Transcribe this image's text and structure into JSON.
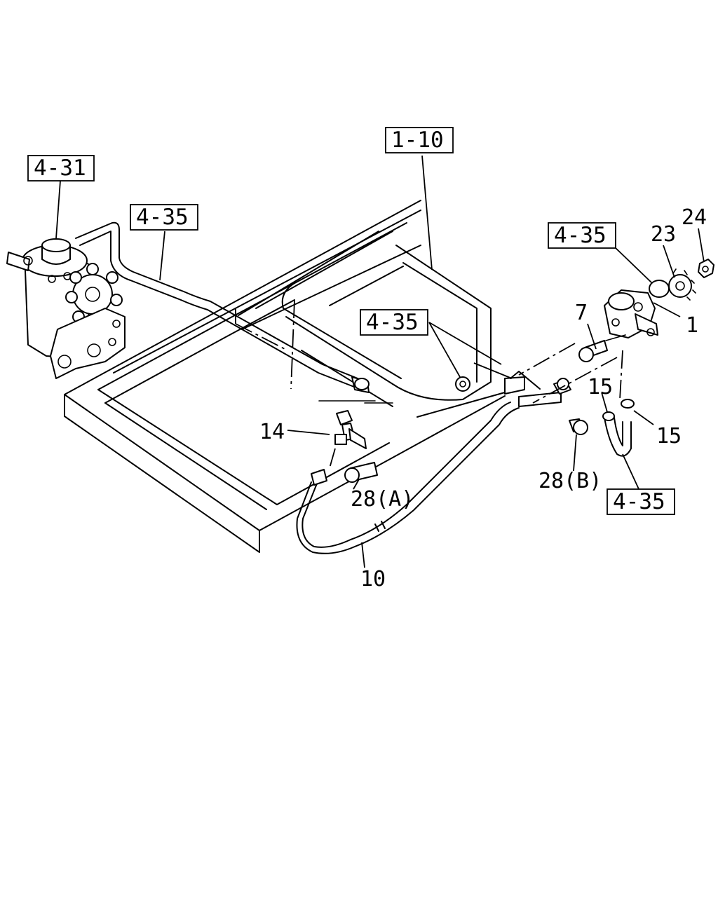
{
  "ref_boxes": {
    "ref_4_31": "4-31",
    "ref_1_10": "1-10",
    "ref_4_35_left": "4-35",
    "ref_4_35_center": "4-35",
    "ref_4_35_right_top": "4-35",
    "ref_4_35_right_bottom": "4-35"
  },
  "callouts": {
    "part_1": "1",
    "part_7": "7",
    "part_10": "10",
    "part_14": "14",
    "part_15_left": "15",
    "part_15_right": "15",
    "part_23": "23",
    "part_24": "24",
    "part_28a": "28(A)",
    "part_28b": "28(B)"
  }
}
